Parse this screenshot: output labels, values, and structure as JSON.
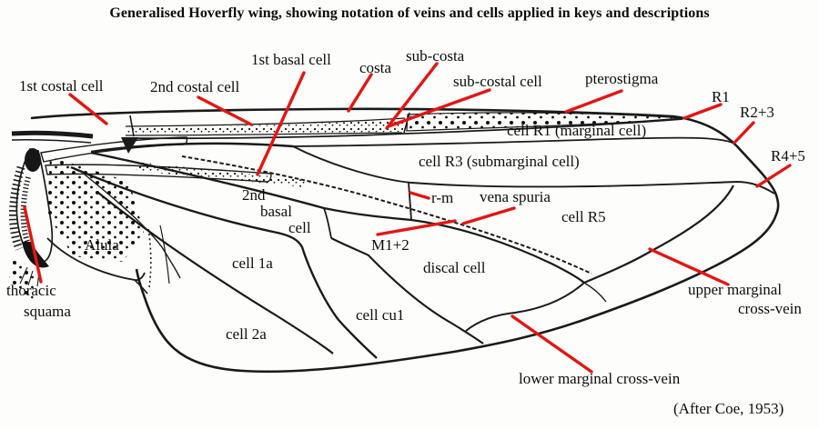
{
  "title": "Generalised Hoverfly wing, showing notation of veins and cells applied in keys and descriptions",
  "credit": "(After Coe, 1953)",
  "colors": {
    "leader_red": "#e41613",
    "ink": "#1a1a1a",
    "paper": "#fdfdfb"
  },
  "labels": {
    "first_costal_cell": "1st costal cell",
    "second_costal_cell": "2nd costal cell",
    "first_basal_cell": "1st basal cell",
    "costa": "costa",
    "sub_costa": "sub-costa",
    "sub_costal_cell": "sub-costal cell",
    "pterostigma": "pterostigma",
    "r1": "R1",
    "r2_3": "R2+3",
    "cell_r1": "cell R1 (marginal cell)",
    "r4_5": "R4+5",
    "cell_r3": "cell R3 (submarginal cell)",
    "r_m": "r-m",
    "vena_spuria": "vena spuria",
    "cell_r5": "cell R5",
    "second_basal_l1": "2nd",
    "second_basal_l2": "basal",
    "second_basal_l3": "cell",
    "m1_2": "M1+2",
    "cell_1a": "cell 1a",
    "discal_cell": "discal cell",
    "alula": "Alula",
    "cell_cu1": "cell cu1",
    "thoracic_squama_l1": "thoracic",
    "thoracic_squama_l2": "squama",
    "cell_2a": "cell 2a",
    "lower_marginal": "lower marginal cross-vein",
    "upper_marginal_l1": "upper marginal",
    "upper_marginal_l2": "cross-vein"
  }
}
